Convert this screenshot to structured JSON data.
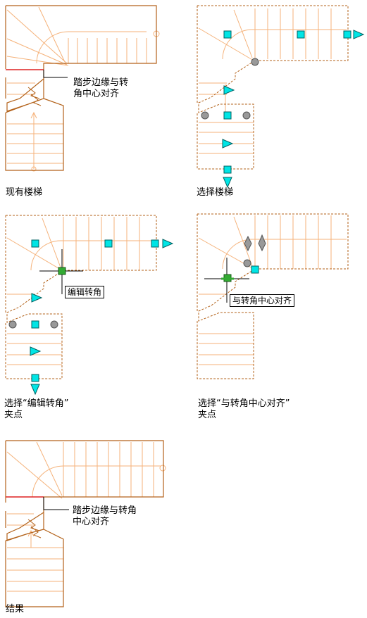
{
  "colors": {
    "stair": "#b3621a",
    "tread": "#f5b27a",
    "grip": "#00e5e5",
    "grip_edge": "#006060",
    "pivot": "#999999",
    "selected": "#33aa33",
    "edge": "#dd2222"
  },
  "panels": [
    {
      "id": "existing",
      "caption": [
        "现有楼梯"
      ],
      "callout": [
        "踏步边缘与转",
        "角中心对齐"
      ]
    },
    {
      "id": "select",
      "caption": [
        "选择楼梯"
      ]
    },
    {
      "id": "edit-corner",
      "caption": [
        "选择“编辑转角”",
        "夹点"
      ],
      "tooltip": "编辑转角"
    },
    {
      "id": "align-corner",
      "caption": [
        "选择“与转角中心对齐”",
        "夹点"
      ],
      "tooltip": "与转角中心对齐"
    },
    {
      "id": "result",
      "caption": [
        "结果"
      ],
      "callout": [
        "踏步边缘与转角",
        "中心对齐"
      ]
    }
  ]
}
